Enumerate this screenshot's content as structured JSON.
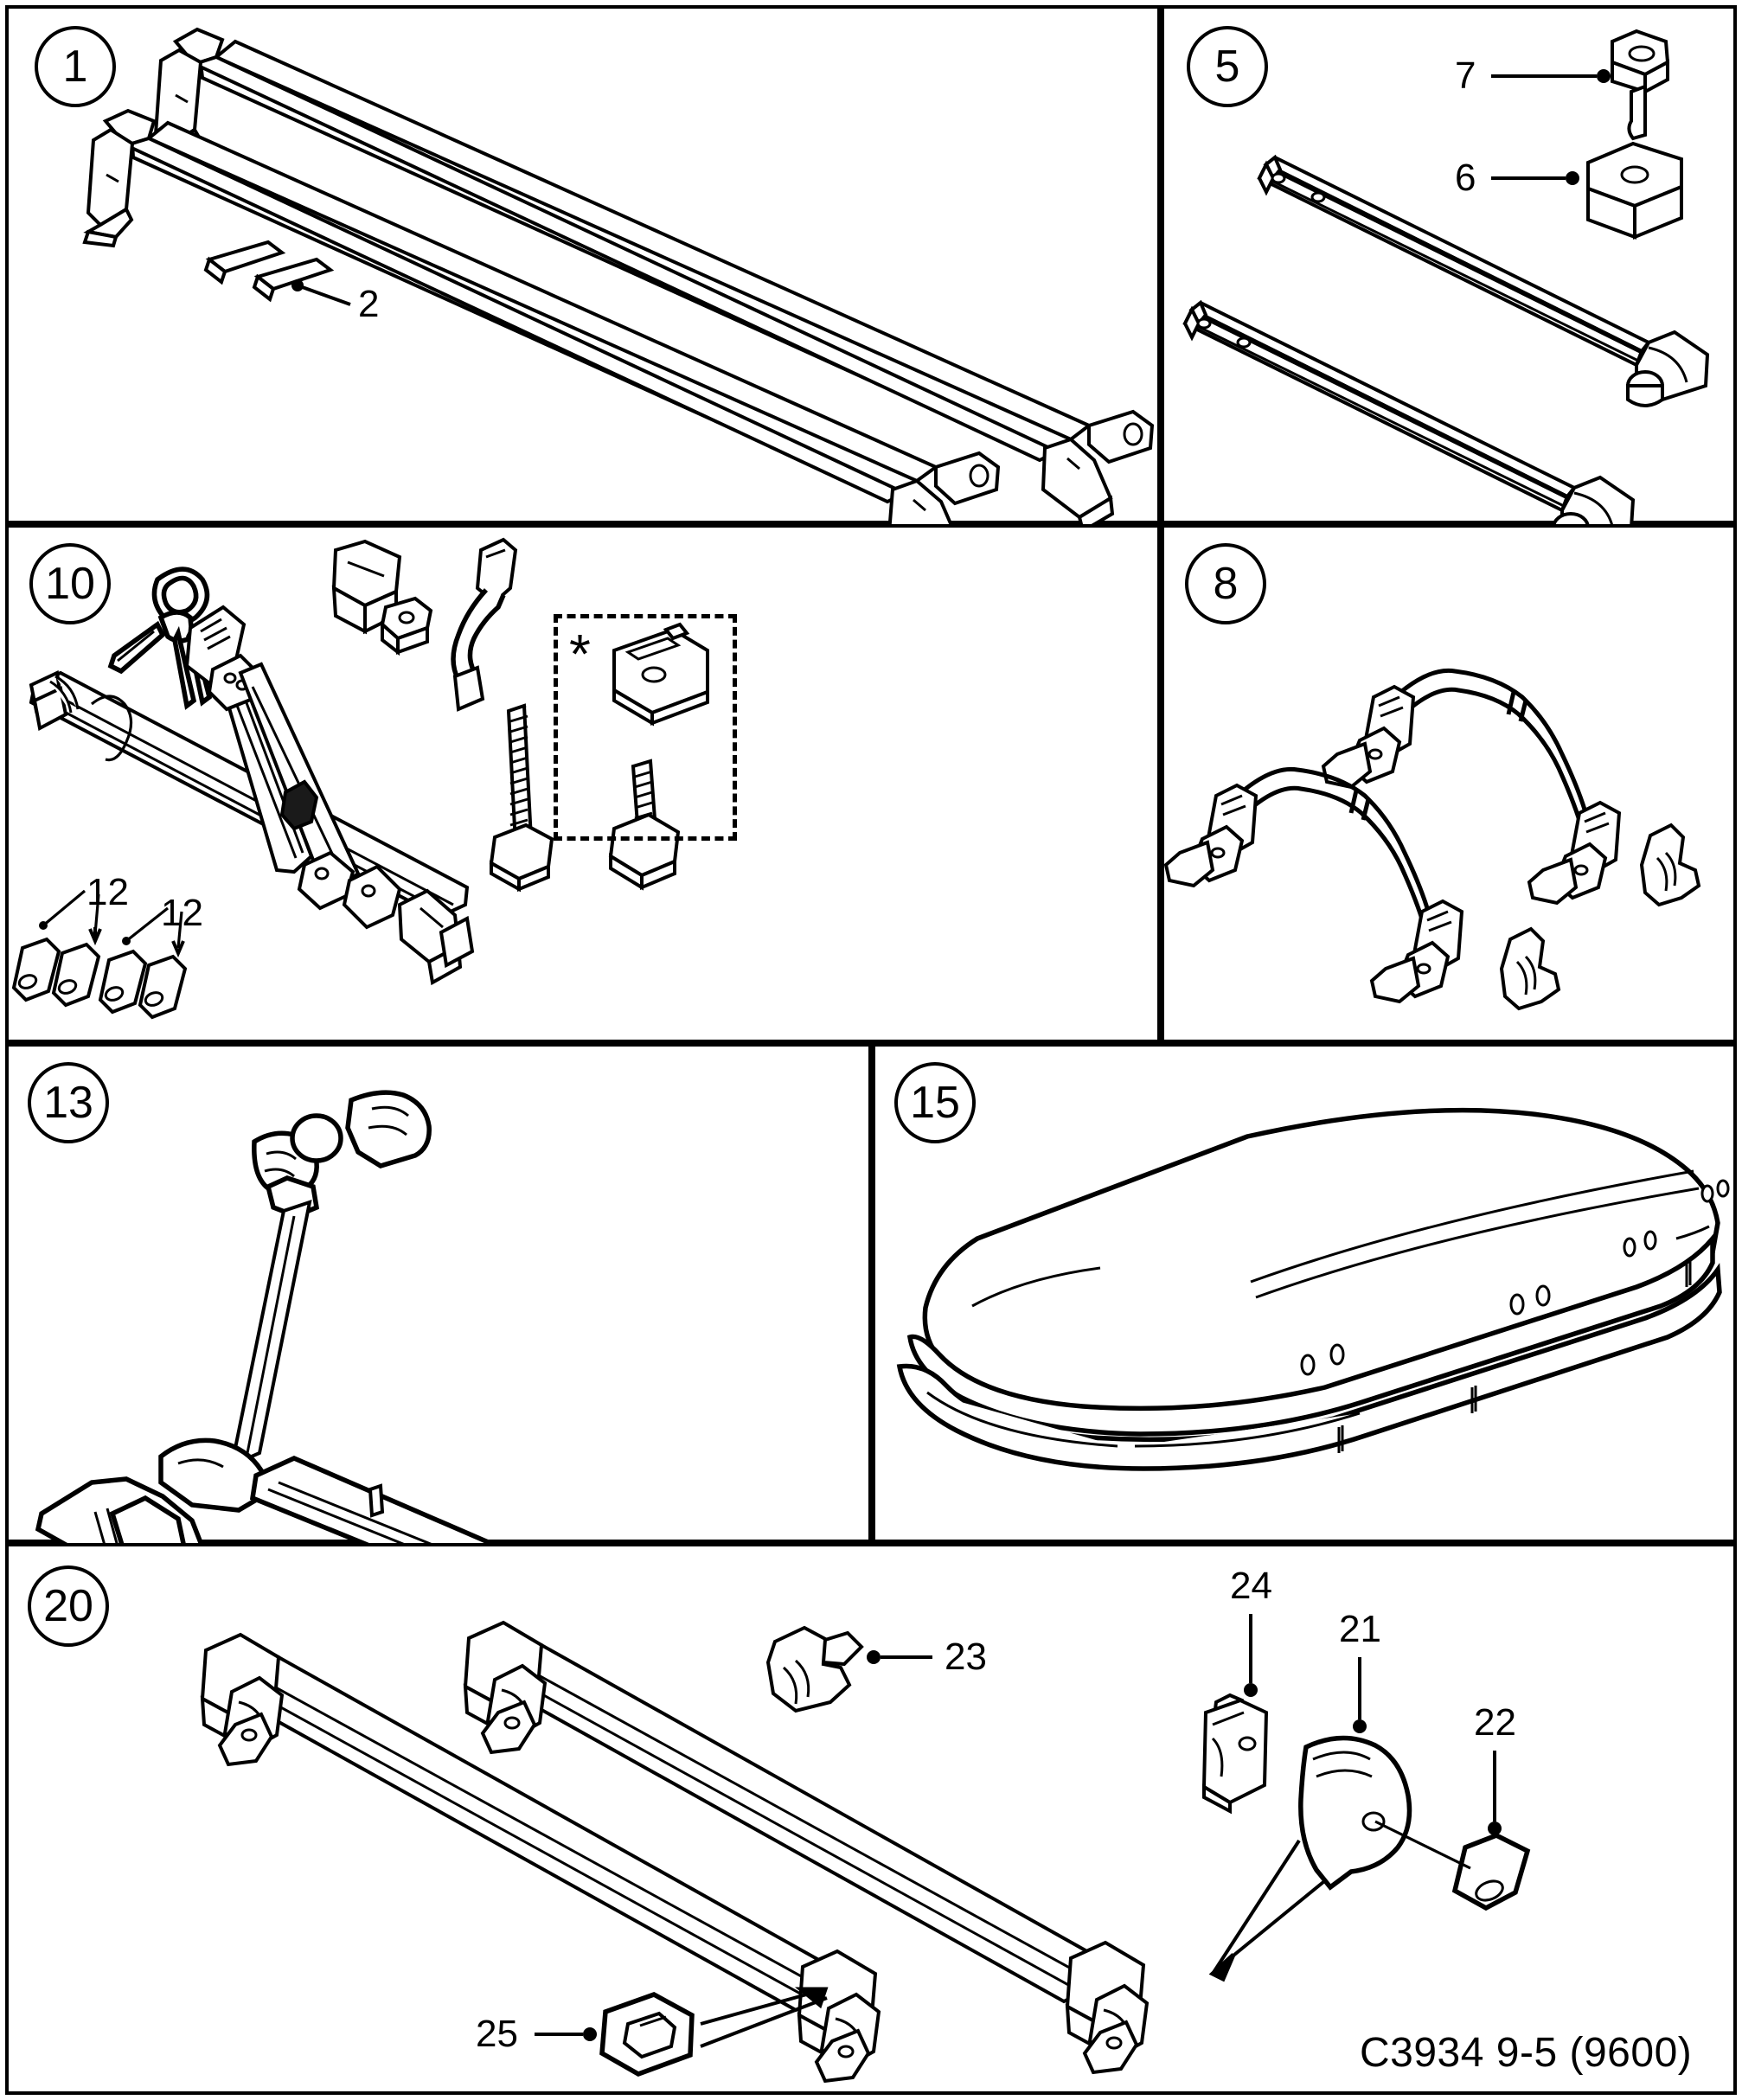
{
  "sheet": {
    "caption": "C3934 9-5 (9600)",
    "background": "#ffffff",
    "ink": "#000000"
  },
  "panels": [
    {
      "id": "panel-1",
      "number": "1",
      "title_hint": "roof-rack-load-carrier-bars",
      "callouts": [
        {
          "ref": "2",
          "label": "2",
          "target": "rubber-pad-strip"
        }
      ],
      "parts": [
        "load-carrier-bar-front",
        "load-carrier-bar-rear",
        "mounting-foot",
        "rubber-pad-strip"
      ]
    },
    {
      "id": "panel-5",
      "number": "5",
      "title_hint": "ski-carrier-rails",
      "callouts": [
        {
          "ref": "7",
          "label": "7",
          "target": "t-bolt-knob"
        },
        {
          "ref": "6",
          "label": "6",
          "target": "clamp-block"
        }
      ],
      "parts": [
        "ski-carrier-rail-upper",
        "ski-carrier-rail-lower",
        "t-bolt-knob",
        "clamp-block"
      ]
    },
    {
      "id": "panel-10",
      "number": "10",
      "title_hint": "bicycle-carrier",
      "callouts": [
        {
          "ref": "12a",
          "label": "12",
          "target": "lock-barrel"
        },
        {
          "ref": "12b",
          "label": "12",
          "target": "lock-barrel"
        }
      ],
      "asterisk": "*",
      "parts": [
        "bike-carrier-frame",
        "key-pair",
        "clamp-pad",
        "spacer-block",
        "hook-bracket",
        "t-bolt-long",
        "lock-barrel",
        "mounting-plate",
        "t-bolt-short"
      ]
    },
    {
      "id": "panel-8",
      "number": "8",
      "title_hint": "load-securing-straps",
      "callouts": [],
      "parts": [
        "tensioning-strap-upper",
        "tensioning-strap-lower",
        "strap-end-clip",
        "wing-clip"
      ]
    },
    {
      "id": "panel-13",
      "number": "13",
      "title_hint": "kayak-surfboard-carrier",
      "callouts": [],
      "parts": [
        "carrier-cradle-arm",
        "carrier-base-rail",
        "strap-buckle"
      ]
    },
    {
      "id": "panel-15",
      "number": "15",
      "title_hint": "roof-cargo-box",
      "callouts": [],
      "parts": [
        "roof-box-lid",
        "roof-box-base"
      ]
    },
    {
      "id": "panel-20",
      "number": "20",
      "title_hint": "roof-rails-load-carrier",
      "callouts": [
        {
          "ref": "23",
          "label": "23",
          "target": "rail-clamp-jaw"
        },
        {
          "ref": "24",
          "label": "24",
          "target": "lock-slide"
        },
        {
          "ref": "21",
          "label": "21",
          "target": "end-cover-cap"
        },
        {
          "ref": "22",
          "label": "22",
          "target": "lock-barrel-cap"
        },
        {
          "ref": "25",
          "label": "25",
          "target": "cover-plug"
        }
      ],
      "parts": [
        "crossbar-front",
        "crossbar-rear",
        "foot-clamp",
        "rail-clamp-jaw",
        "lock-slide",
        "end-cover-cap",
        "lock-barrel-cap",
        "cover-plug"
      ]
    }
  ]
}
